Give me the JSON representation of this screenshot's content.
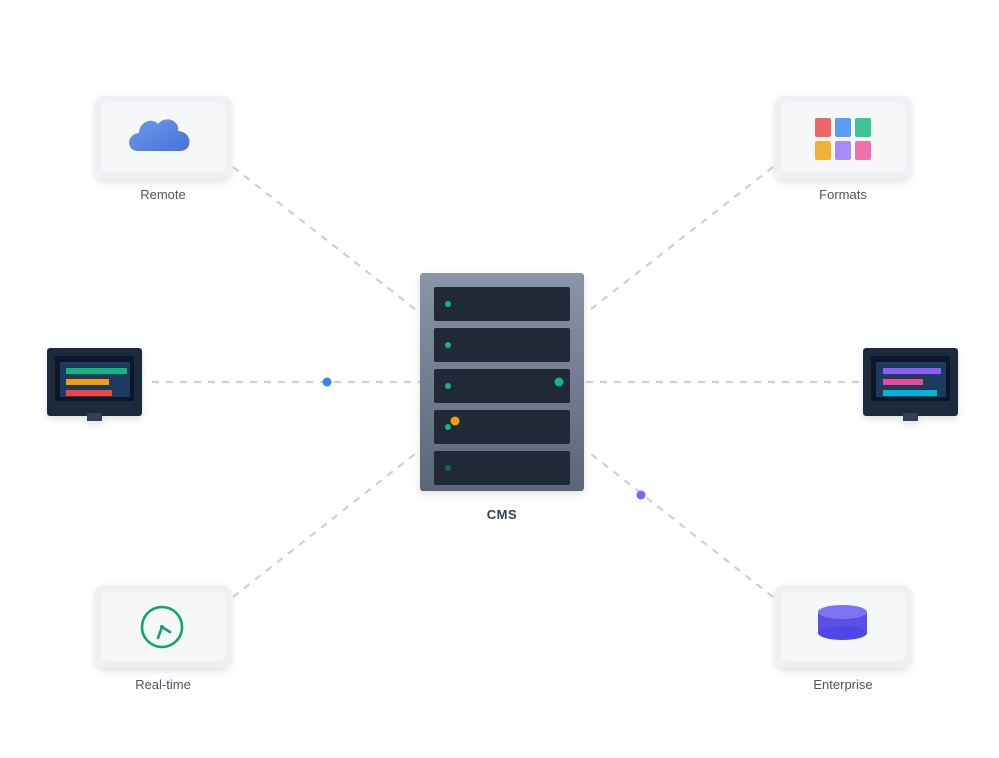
{
  "center": {
    "label": "CMS"
  },
  "nodes": {
    "remote": {
      "label": "Remote",
      "icon": "cloud-icon"
    },
    "formats": {
      "label": "Formats",
      "icon": "grid-icon"
    },
    "realtime": {
      "label": "Real-time",
      "icon": "clock-icon"
    },
    "enterprise": {
      "label": "Enterprise",
      "icon": "database-icon"
    },
    "left_monitor": {
      "icon": "monitor-icon"
    },
    "right_monitor": {
      "icon": "monitor-icon"
    }
  },
  "colors": {
    "connector": "#c7d2da",
    "left_dot": "#3b82f6",
    "right_dot": "#8b5cf6",
    "led_green": "#10b981",
    "led_orange": "#f59e0b"
  }
}
